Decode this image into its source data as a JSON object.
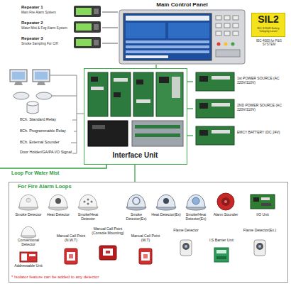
{
  "diagram": {
    "nodes": [
      {
        "text": [
          "Repeater 1",
          "Main Fire Alarm System"
        ]
      },
      {
        "text": [
          "Repeater 2",
          "Water Mist & Fog Alarm System"
        ]
      },
      {
        "text": [
          "Repeater 3",
          "Smoke Sampling For C/H"
        ]
      },
      {
        "text": [
          "Main Control Panel"
        ]
      },
      {
        "text": [
          "SIL2",
          "IEC 61508 Safety Integrity Level"
        ]
      },
      {
        "text": [
          "Interface Unit"
        ]
      },
      {
        "text": [
          "1st POWER SOURCE (AC 220V/110V)"
        ]
      },
      {
        "text": [
          "2ND POWER SOURCE (AC 220V/110V)"
        ]
      },
      {
        "text": [
          "EMCY BATTERY (DC 24V)"
        ]
      },
      {
        "text": [
          "For Fire Alarm Loops"
        ]
      },
      {
        "text": [
          "Smoke Detector"
        ],
        "in": 9
      },
      {
        "text": [
          "Heat Detector"
        ],
        "in": 9
      },
      {
        "text": [
          "Smoke/Heat Detector"
        ],
        "in": 9
      },
      {
        "text": [
          "Smoke Detector(Ex)"
        ],
        "in": 9
      },
      {
        "text": [
          "Heat Detector(Ex)"
        ],
        "in": 9
      },
      {
        "text": [
          "Smoke/Heat Detector(Ex)"
        ],
        "in": 9
      },
      {
        "text": [
          "Alarm Sounder"
        ],
        "in": 9
      },
      {
        "text": [
          "I/O Unit"
        ],
        "in": 9
      },
      {
        "text": [
          "Conventional Detector"
        ],
        "in": 9
      },
      {
        "text": [
          "Manual Call Point (N.W.T)"
        ],
        "in": 9
      },
      {
        "text": [
          "Manual Call Point (Console Mounting)"
        ],
        "in": 9
      },
      {
        "text": [
          "Manual Call Point (W.T)"
        ],
        "in": 9
      },
      {
        "text": [
          "Flame Detector"
        ],
        "in": 9
      },
      {
        "text": [
          "I.S Barrier Unit"
        ],
        "in": 9
      },
      {
        "text": [
          "Flame Detector(Ex.)"
        ],
        "in": 9
      },
      {
        "text": [
          "Addressable Unit"
        ],
        "in": 9
      }
    ],
    "edges": [
      {
        "from": 0,
        "to": 3,
        "arrow": "none"
      },
      {
        "from": 1,
        "to": 3,
        "arrow": "none"
      },
      {
        "from": 2,
        "to": 3,
        "arrow": "none"
      },
      {
        "from": 3,
        "to": 5,
        "arrow": "none"
      },
      {
        "from": 5,
        "to": 6,
        "arrow": "none"
      },
      {
        "from": 5,
        "to": 7,
        "arrow": "none"
      },
      {
        "from": 5,
        "to": 8,
        "arrow": "none"
      },
      {
        "from": 5,
        "to": 9,
        "arrow": "none"
      }
    ],
    "labels": [
      "IEC-4000 for F&G SYSTEM",
      "8Ch. Standard Relay",
      "8Ch. Programmable Relay",
      "8Ch. External Sounder",
      "Door Holder/GA/PA I/O Signal",
      "Loop For Water Mist",
      "* Isolator feature can be added to any detector"
    ]
  }
}
